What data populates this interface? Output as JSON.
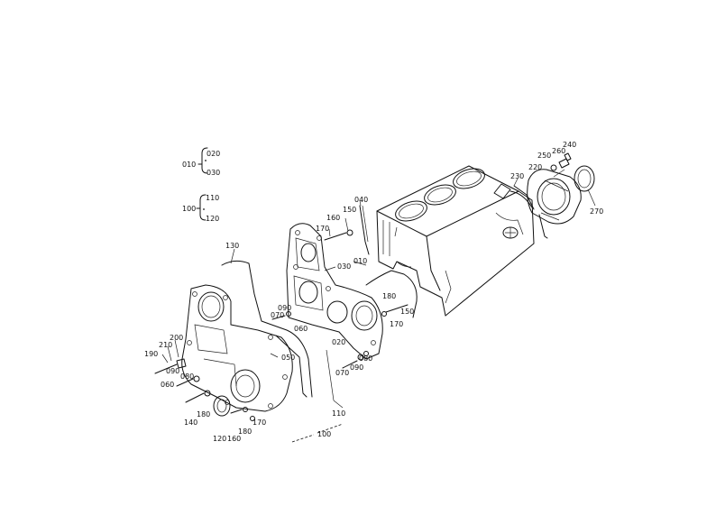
{
  "labels": {
    "p010": "010",
    "p020": "020",
    "p030": "030",
    "p100": "100",
    "p110": "110",
    "p120": "120",
    "p130": "130",
    "p190": "190",
    "p210": "210",
    "p200": "200",
    "p090a": "090",
    "p080a": "080",
    "p060": "060",
    "p140": "140",
    "p180a": "180",
    "p120b": "120",
    "p160a": "160",
    "p180b": "180",
    "p170a": "170",
    "p050": "050",
    "p110b": "110",
    "p100b": "100",
    "p070a": "070",
    "p090b": "090",
    "p060b": "060",
    "p160b": "160",
    "p170b": "170",
    "p150a": "150",
    "p040": "040",
    "p030b": "030",
    "p010b": "010",
    "p020b": "020",
    "p070b": "070",
    "p090c": "090",
    "p080b": "080",
    "p170c": "170",
    "p180c": "180",
    "p150b": "150",
    "p230": "230",
    "p220": "220",
    "p250": "250",
    "p260": "260",
    "p240": "240",
    "p270": "270"
  }
}
